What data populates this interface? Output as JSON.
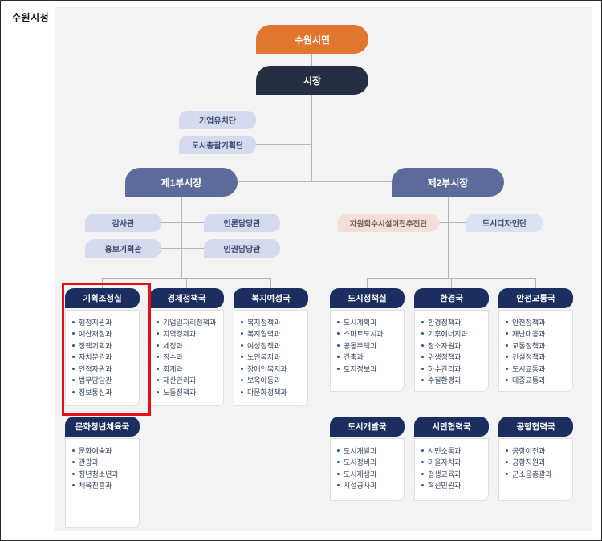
{
  "page": {
    "title": "수원시청"
  },
  "colors": {
    "accent_orange": "#e1762f",
    "mayor_navy": "#262e44",
    "deputy_slate": "#5d6b9a",
    "dept_header_navy": "#1c2d5f",
    "highlight_red": "#e60f17"
  },
  "chart": {
    "root": "수원시민",
    "mayor": "시장",
    "staff_units": [
      "기업유치단",
      "도시총괄기획단"
    ],
    "deputy1": {
      "label": "제1부시장",
      "aides": [
        "감사관",
        "언론담당관",
        "홍보기획관",
        "인권담당관"
      ]
    },
    "deputy2": {
      "label": "제2부시장",
      "aides": [
        "자원회수시설이전추진단",
        "도시디자인단"
      ]
    },
    "departments": [
      {
        "name": "기획조정실",
        "highlighted": true,
        "items": [
          "행정지원과",
          "예산재정과",
          "정책기획과",
          "자치분권과",
          "인적자원과",
          "법무담당관",
          "정보통신과"
        ]
      },
      {
        "name": "경제정책국",
        "items": [
          "기업일자리정책과",
          "지역경제과",
          "세정과",
          "징수과",
          "회계과",
          "재산관리과",
          "노동정책과"
        ]
      },
      {
        "name": "복지여성국",
        "items": [
          "복지정책과",
          "복지협력과",
          "여성정책과",
          "노인복지과",
          "장애인복지과",
          "보육아동과",
          "다문화정책과"
        ]
      },
      {
        "name": "도시정책실",
        "items": [
          "도시계획과",
          "스마트도시과",
          "공동주택과",
          "건축과",
          "토지정보과"
        ]
      },
      {
        "name": "환경국",
        "items": [
          "환경정책과",
          "기후에너지과",
          "청소자원과",
          "위생정책과",
          "하수관리과",
          "수질환경과"
        ]
      },
      {
        "name": "안전교통국",
        "items": [
          "안전정책과",
          "재난대응과",
          "교통정책과",
          "건설정책과",
          "도시교통과",
          "대중교통과"
        ]
      },
      {
        "name": "문화청년체육국",
        "items": [
          "문화예술과",
          "관광과",
          "청년청소년과",
          "체육진흥과"
        ]
      },
      {
        "name": "도시개발국",
        "items": [
          "도시개발과",
          "도시정비과",
          "도시재생과",
          "시설공사과"
        ]
      },
      {
        "name": "시민협력국",
        "items": [
          "시민소통과",
          "마을자치과",
          "평생교육과",
          "혁신민원과"
        ]
      },
      {
        "name": "공항협력국",
        "items": [
          "공항이전과",
          "공항지원과",
          "군소음총괄과"
        ]
      }
    ]
  }
}
